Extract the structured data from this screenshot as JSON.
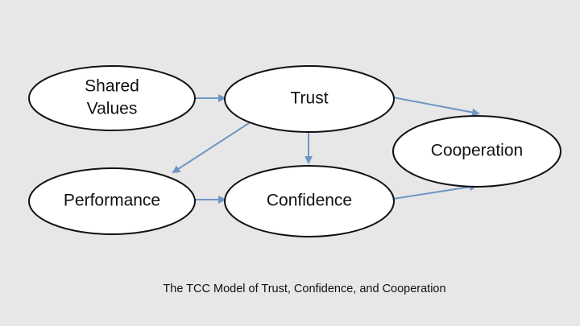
{
  "diagram": {
    "nodes": [
      {
        "id": "shared-values",
        "lines": [
          "Shared",
          "Values"
        ]
      },
      {
        "id": "trust",
        "lines": [
          "Trust"
        ]
      },
      {
        "id": "cooperation",
        "lines": [
          "Cooperation"
        ]
      },
      {
        "id": "performance",
        "lines": [
          "Performance"
        ]
      },
      {
        "id": "confidence",
        "lines": [
          "Confidence"
        ]
      }
    ],
    "edges": [
      {
        "from": "shared-values",
        "to": "trust"
      },
      {
        "from": "trust",
        "to": "cooperation"
      },
      {
        "from": "trust",
        "to": "performance"
      },
      {
        "from": "trust",
        "to": "confidence"
      },
      {
        "from": "performance",
        "to": "confidence"
      },
      {
        "from": "confidence",
        "to": "cooperation"
      }
    ],
    "colors": {
      "background": "#e7e7e7",
      "node_fill": "#ffffff",
      "node_stroke": "#111111",
      "arrow": "#6f95c3",
      "text": "#111111"
    }
  },
  "caption": "The TCC Model of Trust, Confidence, and Cooperation"
}
